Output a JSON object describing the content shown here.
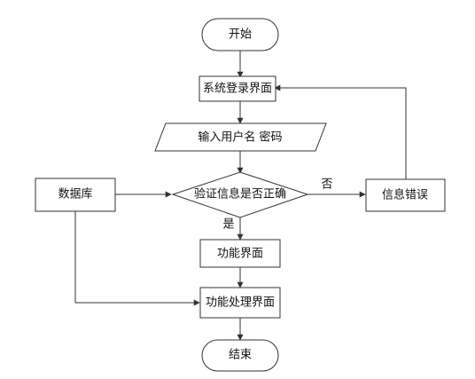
{
  "diagram": {
    "nodes": {
      "start": "开始",
      "login": "系统登录界面",
      "input": "输入用户名 密码",
      "database": "数据库",
      "verify": "验证信息是否正确",
      "error": "信息错误",
      "function": "功能界面",
      "process": "功能处理界面",
      "end": "结束"
    },
    "edge_labels": {
      "no": "否",
      "yes": "是"
    },
    "colors": {
      "stroke": "#333333",
      "fill": "#ffffff",
      "text": "#111111"
    }
  }
}
